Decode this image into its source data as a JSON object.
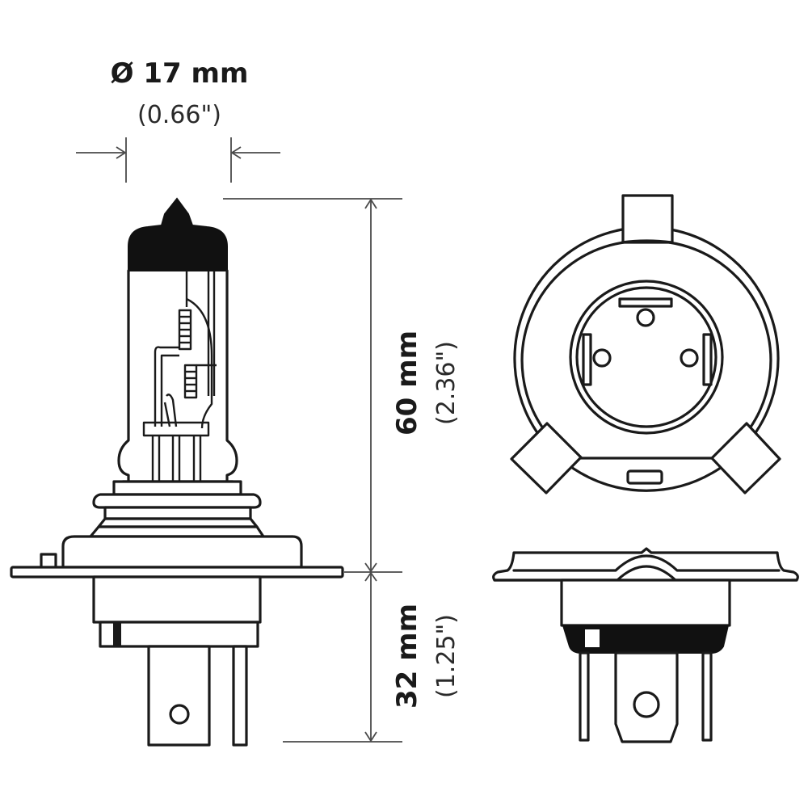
{
  "diagram": {
    "subject": "H4 halogen headlight bulb dimensional drawing",
    "views": [
      "side-view",
      "rear-end-view",
      "side-view-rotated"
    ],
    "dimensions": {
      "diameter": {
        "metric": "Ø 17 mm",
        "imperial": "(0.66\")"
      },
      "glass_height": {
        "metric": "60 mm",
        "imperial": "(2.36\")"
      },
      "base_height": {
        "metric": "32 mm",
        "imperial": "(1.25\")"
      }
    },
    "colors": {
      "line": "#1a1a1a",
      "dimension_line": "#4a4a4a",
      "background": "#ffffff"
    }
  }
}
